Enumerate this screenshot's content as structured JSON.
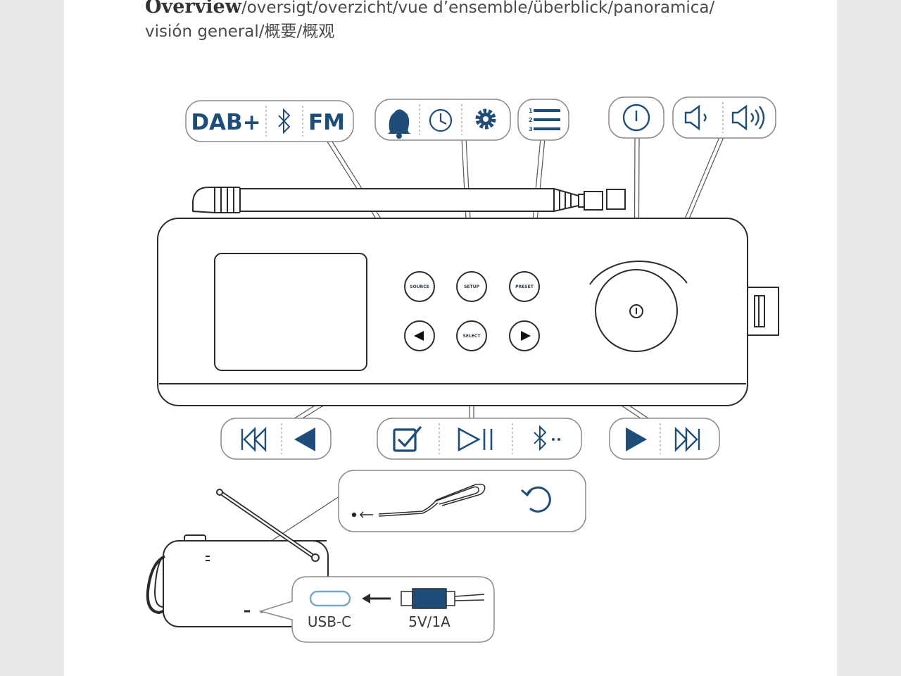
{
  "title": {
    "main": "Overview",
    "rest": "/oversigt/overzicht/vue d’ensemble/überblick/panoramica/",
    "line2": "visión general/概要/概观"
  },
  "callouts": {
    "source_modes": {
      "dab": "DAB+",
      "bluetooth_icon": "bluetooth-icon",
      "fm": "FM"
    },
    "setup_modes": {
      "icons": [
        "alarm-bell-icon",
        "clock-icon",
        "gear-icon"
      ]
    },
    "preset": {
      "icon": "preset-list-icon"
    },
    "power": {
      "icon": "power-icon"
    },
    "volume": {
      "icons": [
        "volume-down-icon",
        "volume-up-icon"
      ]
    },
    "left": {
      "icons": [
        "skip-back-icon",
        "play-left-icon"
      ]
    },
    "select": {
      "icons": [
        "checkbox-icon",
        "play-pause-icon",
        "bluetooth-pairing-icon"
      ]
    },
    "right": {
      "icons": [
        "play-right-icon",
        "skip-forward-icon"
      ]
    },
    "reset": {
      "icons": [
        "paperclip-icon",
        "reset-icon"
      ]
    },
    "power_input": {
      "port_label": "USB-C",
      "rating_label": "5V/1A"
    }
  },
  "device": {
    "buttons": {
      "source": "SOURCE",
      "setup": "SETUP",
      "preset": "PRESET",
      "select": "SELECT"
    }
  },
  "colors": {
    "accent": "#1f4d7a",
    "line": "#2b2b2b",
    "bubble_border": "#8a8a8a"
  }
}
